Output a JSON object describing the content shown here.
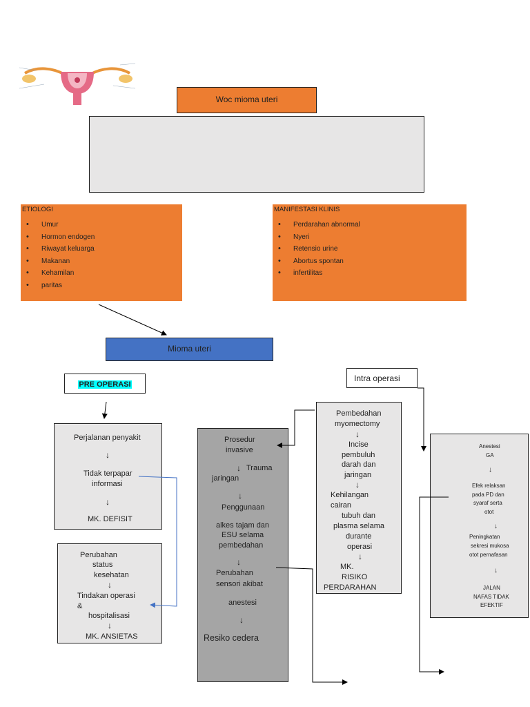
{
  "title": "Woc mioma uteri",
  "etiologi": {
    "heading": "ETIOLOGI",
    "items": [
      "Umur",
      "Hormon endogen",
      "Riwayat keluarga",
      "Makanan",
      "Kehamilan",
      "paritas"
    ]
  },
  "manifestasi": {
    "heading": "MANIFESTASI KLINIS",
    "items": [
      "Perdarahan abnormal",
      "Nyeri",
      "Retensio urine",
      "Abortus spontan",
      "infertilitas"
    ]
  },
  "main_node": "Mioma uteri",
  "pre_operasi": {
    "label": "PRE OPERASI",
    "box1": {
      "l1": "Perjalanan penyakit",
      "l2": "Tidak terpapar",
      "l3": "informasi",
      "l4": "MK. DEFISIT"
    },
    "box2": {
      "l1": "Perubahan",
      "l2": "status",
      "l3": "kesehatan",
      "l4": "Tindakan operasi",
      "l5": "&",
      "l6": "hospitalisasi",
      "l7": "MK. ANSIETAS"
    }
  },
  "intra_operasi": {
    "label": "Intra operasi",
    "prosedur": {
      "l1": "Prosedur",
      "l2": "invasive",
      "l3": "Trauma",
      "l4": "jaringan",
      "l5": "Penggunaan",
      "l6": "alkes tajam dan",
      "l7": "ESU selama",
      "l8": "pembedahan",
      "l9": "Perubahan",
      "l10": "sensori akibat",
      "l11": "anestesi",
      "l12": "Resiko cedera"
    },
    "pembedahan": {
      "l1": "Pembedahan",
      "l2": "myomectomy",
      "l3": "Incise",
      "l4": "pembuluh",
      "l5": "darah dan",
      "l6": "jaringan",
      "l7": "Kehilangan",
      "l8": "cairan",
      "l9": "tubuh dan",
      "l10": "plasma selama",
      "l11": "durante",
      "l12": "operasi",
      "l13": "MK.",
      "l14": "RISIKO",
      "l15": "PERDARAHAN"
    },
    "anestesi": {
      "l1": "Anestesi",
      "l2": "GA",
      "l3": "Efek relaksan",
      "l4": "pada PD dan",
      "l5": "syaraf serta",
      "l6": "otot",
      "l7": "Peningkatan",
      "l8": "sekresi mukosa",
      "l9": "otot pernafasan",
      "l10": "JALAN",
      "l11": "NAFAS TIDAK",
      "l12": "EFEKTIF"
    }
  },
  "arrow_glyph": "↓",
  "colors": {
    "orange": "#ED7D31",
    "blue": "#4472C4",
    "light_grey": "#E7E6E6",
    "dark_grey": "#A5A5A5",
    "highlight": "#00FFFF"
  }
}
